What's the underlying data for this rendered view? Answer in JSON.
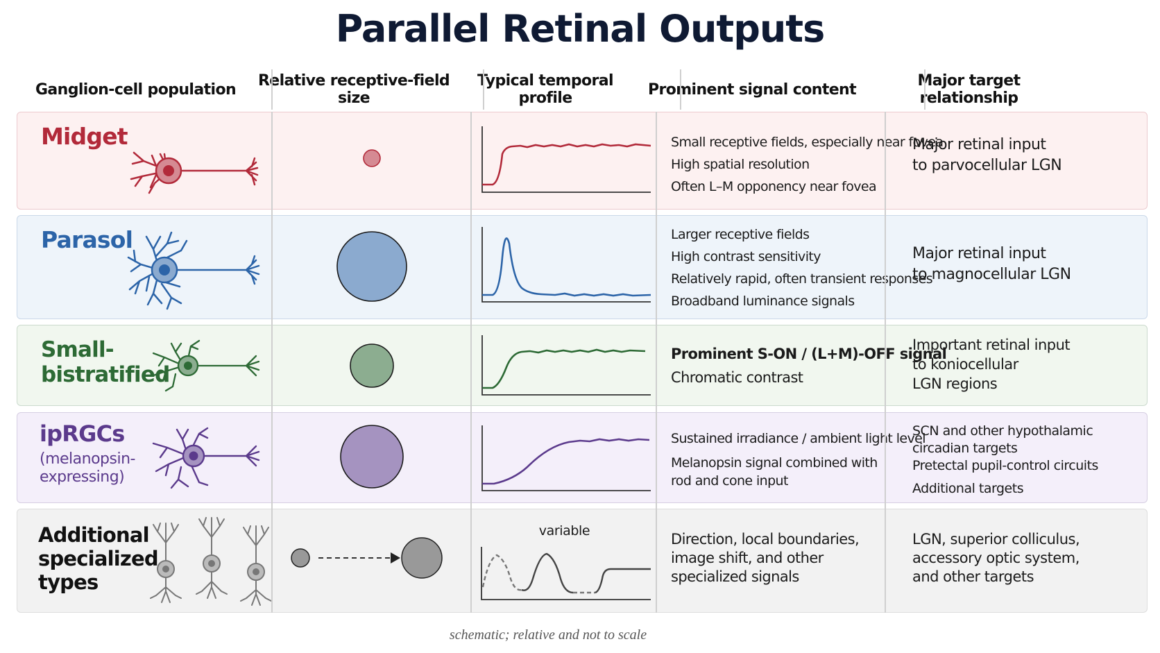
{
  "title": "Parallel Retinal Outputs",
  "headers": {
    "population": "Ganglion-cell population",
    "rf_size": "Relative receptive-field size",
    "temporal": "Typical temporal profile",
    "signal": "Prominent signal content",
    "target": "Major target relationship"
  },
  "rows": [
    {
      "name": "Midget",
      "color": "#b22a3a",
      "bg": "#fdf1f1",
      "relative_rf_size": 0.08,
      "temporal_profile": "sustained",
      "signals": [
        "Small receptive fields, especially near fovea",
        "High spatial resolution",
        "Often L–M opponency near fovea"
      ],
      "targets": [
        "Major retinal input",
        "to parvocellular LGN"
      ]
    },
    {
      "name": "Parasol",
      "color": "#2c64a8",
      "bg": "#eef4fa",
      "relative_rf_size": 0.32,
      "temporal_profile": "transient",
      "signals": [
        "Larger receptive fields",
        "High contrast sensitivity",
        "Relatively rapid, often transient responses",
        "Broadband luminance signals"
      ],
      "targets": [
        "Major retinal input",
        "to magnocellular LGN"
      ]
    },
    {
      "name_lines": [
        "Small-",
        "bistratified"
      ],
      "color": "#2d6a35",
      "bg": "#f1f7ef",
      "relative_rf_size": 0.2,
      "temporal_profile": "sustained",
      "signals": [
        "Prominent S-ON / (L+M)-OFF signal",
        "Chromatic contrast"
      ],
      "targets": [
        "Important retinal input",
        "to koniocellular",
        "LGN regions"
      ]
    },
    {
      "name": "ipRGCs",
      "sub_lines": [
        "(melanopsin-",
        "expressing)"
      ],
      "color": "#5b3a8c",
      "bg": "#f4effa",
      "relative_rf_size": 0.29,
      "temporal_profile": "slow sustained",
      "signals": [
        "Sustained irradiance / ambient light level",
        "Melanopsin signal combined with",
        "rod and cone input"
      ],
      "targets": [
        "SCN and other hypothalamic",
        "circadian targets",
        "Pretectal pupil-control circuits",
        "Additional targets"
      ]
    },
    {
      "name_lines": [
        "Additional",
        "specialized",
        "types"
      ],
      "color": "#111111",
      "bg": "#f2f2f2",
      "temporal_label": "variable",
      "temporal_profile": "variable",
      "signals": [
        "Direction, local boundaries,",
        "image shift, and other",
        "specialized signals"
      ],
      "targets": [
        "LGN, superior colliculus,",
        "accessory optic system,",
        "and other targets"
      ]
    }
  ],
  "footnote": "schematic; relative and not to scale"
}
